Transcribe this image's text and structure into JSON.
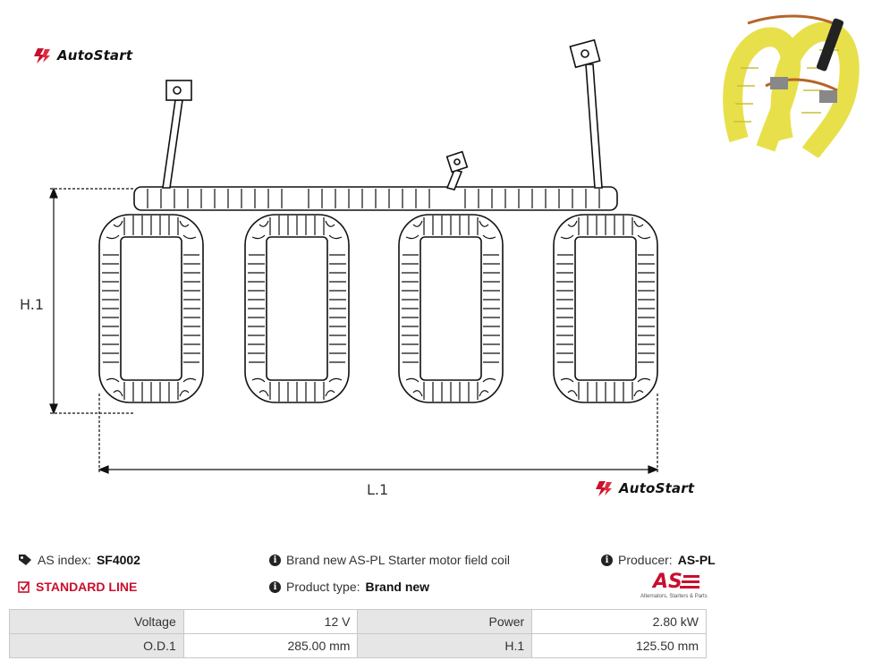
{
  "brand": {
    "name": "AutoStart"
  },
  "drawing": {
    "h_label": "H.1",
    "l_label": "L.1"
  },
  "photo": {
    "icon": "field-coil-photo"
  },
  "info": {
    "as_index_label": "AS index:",
    "as_index_value": "SF4002",
    "standard_line": "STANDARD LINE",
    "description": "Brand new AS-PL Starter motor field coil",
    "product_type_label": "Product type:",
    "product_type_value": "Brand new",
    "producer_label": "Producer:",
    "producer_value": "AS-PL",
    "as_logo_text": "AS",
    "as_logo_tagline": "Alternators, Starters & Parts"
  },
  "specs": [
    {
      "k1": "Voltage",
      "v1": "12 V",
      "k2": "Power",
      "v2": "2.80 kW"
    },
    {
      "k1": "O.D.1",
      "v1": "285.00 mm",
      "k2": "H.1",
      "v2": "125.50 mm"
    }
  ],
  "colors": {
    "accent": "#c8102e",
    "coil": "#e8e04a"
  }
}
